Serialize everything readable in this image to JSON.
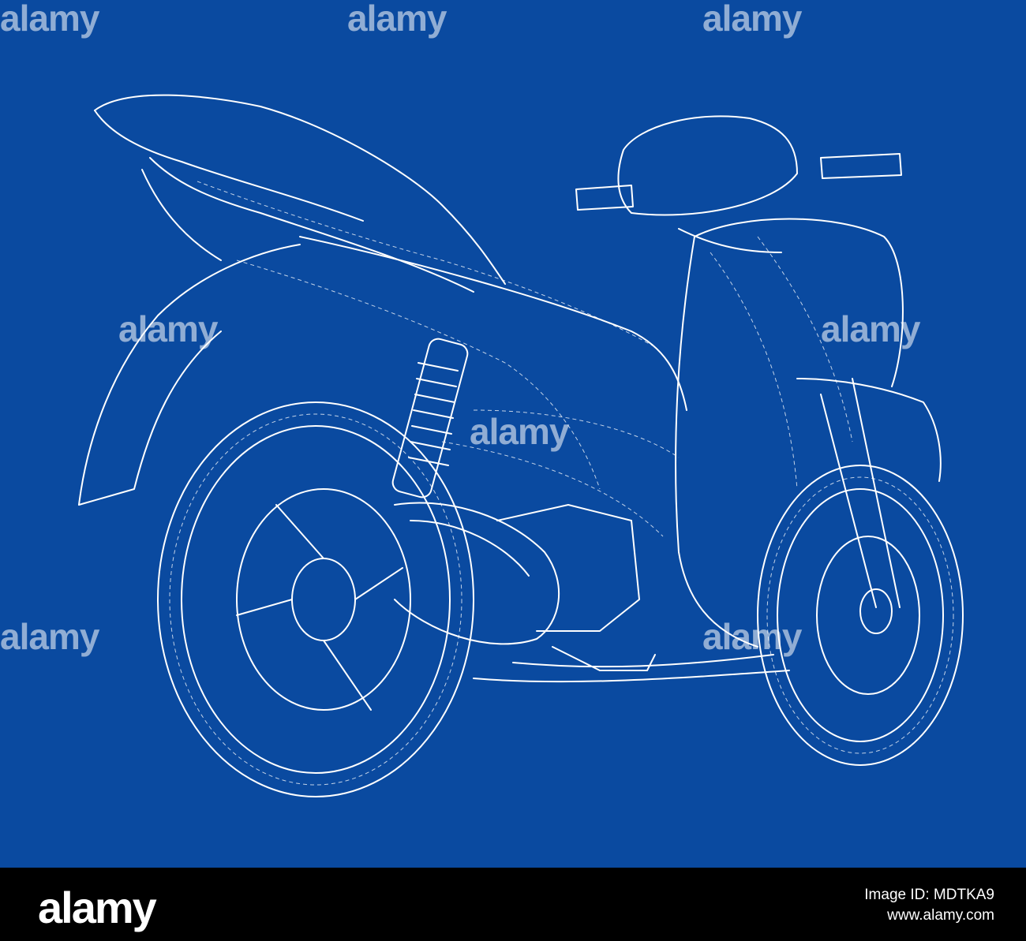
{
  "image": {
    "background_color": "#0a4aa0",
    "line_color": "#ffffff",
    "subject_icon": "scooter-wireframe-icon"
  },
  "watermark": {
    "text": "alamy"
  },
  "footer": {
    "logo": "alamy",
    "image_id": "Image ID: MDTKA9",
    "site": "www.alamy.com"
  }
}
